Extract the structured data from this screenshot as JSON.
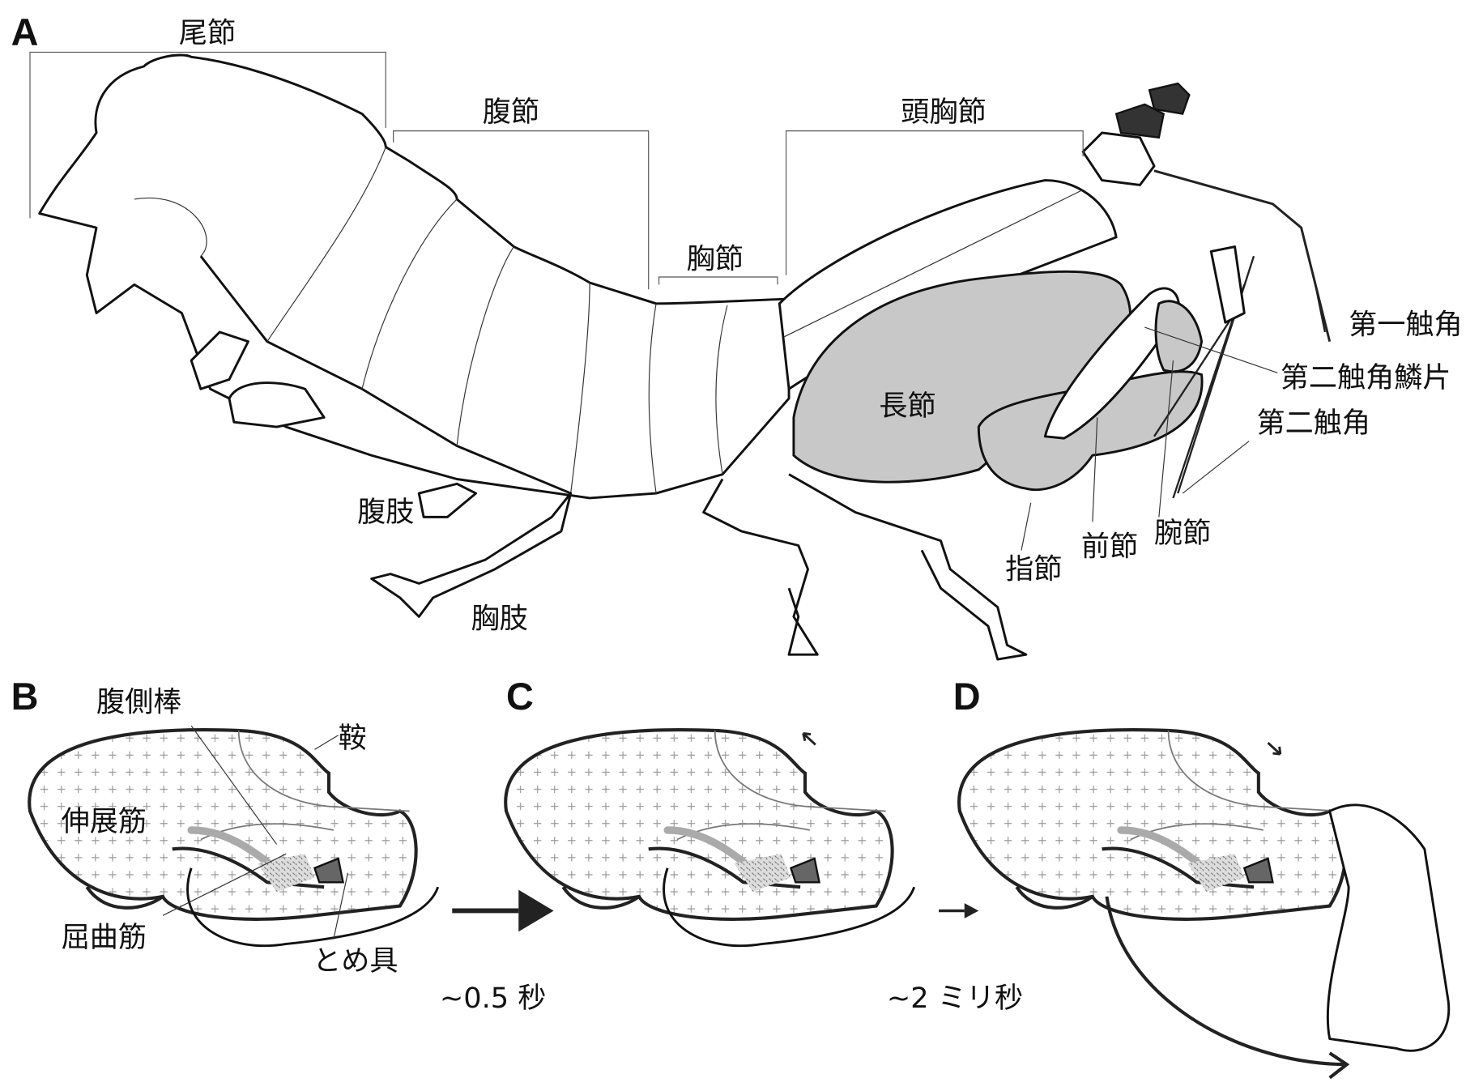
{
  "panels": {
    "a": "A",
    "b": "B",
    "c": "C",
    "d": "D"
  },
  "body_labels": {
    "telson": "尾節",
    "abdomen": "腹節",
    "cephalothorax": "頭胸節",
    "thorax": "胸節",
    "antennule": "第一触角",
    "antennal_scale": "第二触角鱗片",
    "antenna": "第二触角",
    "merus": "長節",
    "pleopod": "腹肢",
    "pereiopod": "胸肢",
    "dactyl": "指節",
    "propodus": "前節",
    "carpus": "腕節"
  },
  "mechanism_labels": {
    "ventral_bar": "腹側棒",
    "saddle": "鞍",
    "extensor": "伸展筋",
    "flexor": "屈曲筋",
    "latch": "とめ具"
  },
  "timings": {
    "b_to_c": "~0.5 秒",
    "c_to_d": "~2 ミリ秒"
  },
  "colors": {
    "appendage_fill": "#c8c8c8",
    "outline": "#111111"
  }
}
